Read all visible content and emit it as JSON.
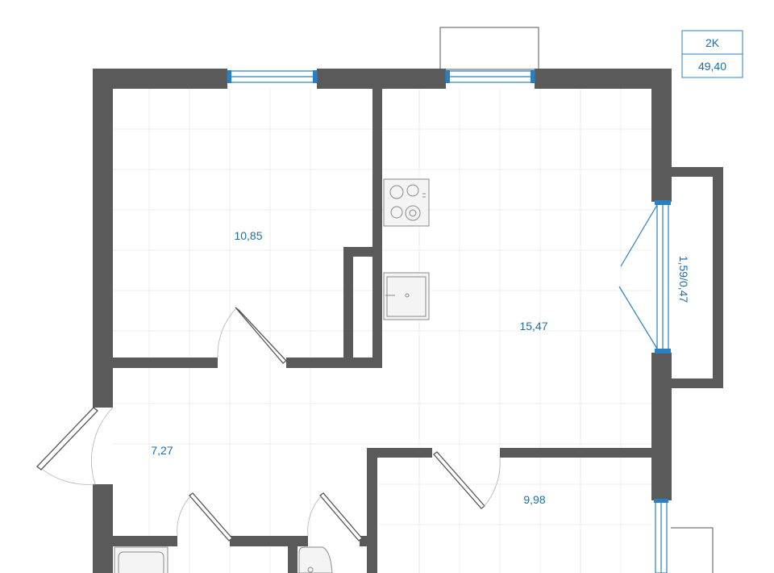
{
  "apartment": {
    "type_label": "2K",
    "total_area": "49,40"
  },
  "rooms": {
    "bedroom_area": "10,85",
    "kitchen_living_area": "15,47",
    "hall_area": "7,27",
    "room_area": "9,98",
    "loggia_area": "1,59/0,47"
  },
  "colors": {
    "wall": "#5a5a5a",
    "label": "#1b6ea8",
    "window": "#2a7fc1"
  }
}
